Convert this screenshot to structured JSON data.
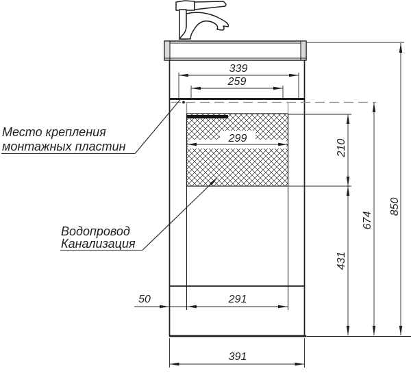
{
  "drawing": {
    "labels": {
      "mounting": {
        "line1": "Место крепления",
        "line2": "монтажных пластин"
      },
      "plumbing": {
        "line1": "Водопровод",
        "line2": "Канализация"
      }
    },
    "dimensions": {
      "top_width": "339",
      "top_inner_width": "259",
      "niche_width": "299",
      "plate_zone_height": "210",
      "upper_height": "674",
      "lower_height": "431",
      "total_height": "850",
      "left_offset": "50",
      "bottom_inner_width": "291",
      "cabinet_width": "391"
    },
    "colors": {
      "line": "#1f1f1f",
      "hidden_line": "#8c8c8c",
      "hatch": "#2b2b2b",
      "plate_fill": "#111111",
      "cap_fill": "#d9d9d9",
      "background": "#ffffff"
    }
  }
}
